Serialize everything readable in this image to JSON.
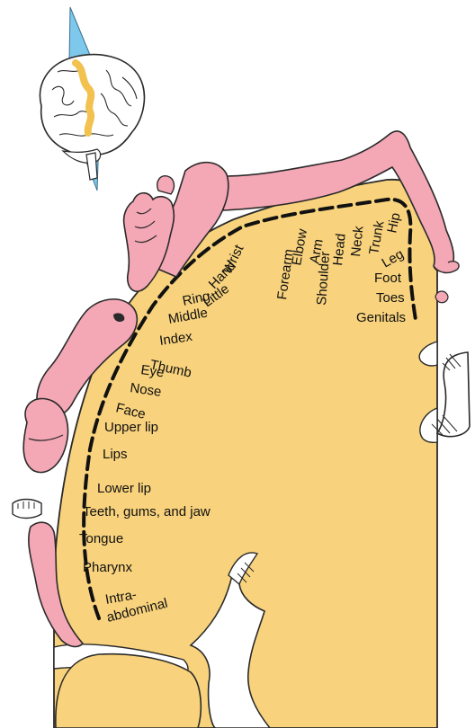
{
  "colors": {
    "cortex": "#f8d27c",
    "figure": "#f4a7b5",
    "outline": "#2a2a2a",
    "background": "#ffffff",
    "plane": "#7ec8ec",
    "highlight": "#f2c14e"
  },
  "labels": {
    "wrist": "Wrist",
    "hand": "Hand",
    "little": "Little",
    "ring": "Ring",
    "middle": "Middle",
    "index": "Index",
    "thumb": "Thumb",
    "eye": "Eye",
    "nose": "Nose",
    "face": "Face",
    "upper_lip": "Upper lip",
    "lips": "Lips",
    "lower_lip": "Lower lip",
    "teeth": "Teeth, gums, and jaw",
    "tongue": "Tongue",
    "pharynx": "Pharynx",
    "intra": "Intra-",
    "abdominal": "abdominal",
    "forearm": "Forearm",
    "elbow": "Elbow",
    "arm": "Arm",
    "shoulder": "Shoulder",
    "head": "Head",
    "neck": "Neck",
    "trunk": "Trunk",
    "hip": "Hip",
    "leg": "Leg",
    "foot": "Foot",
    "toes": "Toes",
    "genitals": "Genitals"
  }
}
